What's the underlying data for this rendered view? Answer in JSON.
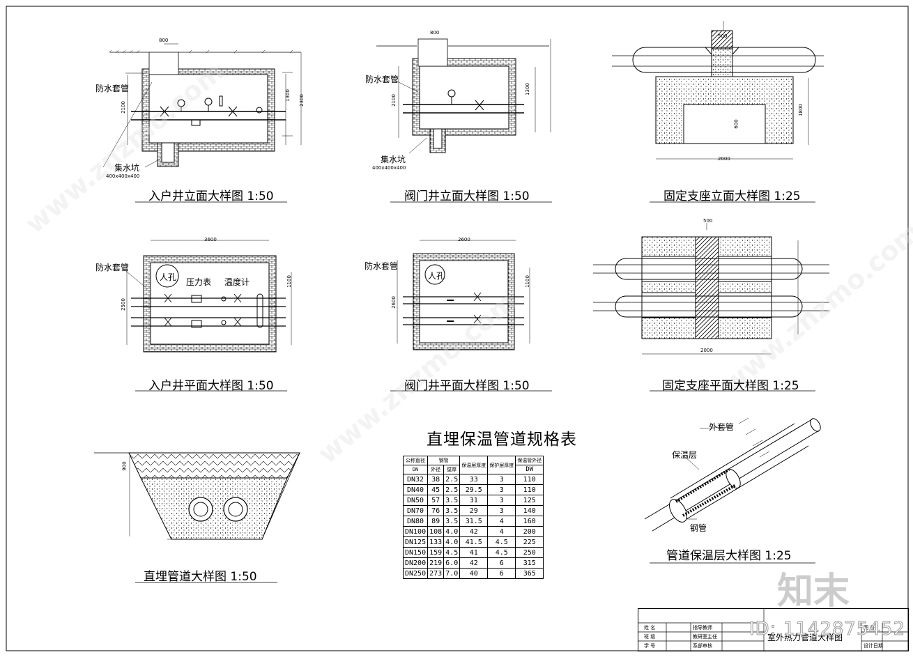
{
  "captions": {
    "c1": "入户井立面大样图 1:50",
    "c2": "阀门井立面大样图 1:50",
    "c3": "固定支座立面大样图 1:25",
    "c4": "入户井平面大样图 1:50",
    "c5": "阀门井平面大样图 1:50",
    "c6": "固定支座平面大样图 1:25",
    "c7": "直埋管道大样图 1:50",
    "c8": "管道保温层大样图 1:25"
  },
  "labels": {
    "waterproof_sleeve": "防水套管",
    "sump": "集水坑",
    "sump_size": "400x400x400",
    "pressure_gauge": "压力表",
    "thermometer": "温度计",
    "manhole": "人孔",
    "outer_sleeve": "外套管",
    "insulation": "保温层",
    "steel_pipe": "钢管"
  },
  "dims": {
    "d800": "800",
    "d2100": "2100",
    "d1300": "1300",
    "d2300": "2300",
    "d500": "500",
    "d3600": "3600",
    "d2500": "2500",
    "d1100": "1100",
    "d2600": "2600",
    "d2000": "2000",
    "d1800": "1800",
    "d600": "600",
    "d900": "900"
  },
  "table": {
    "title": "直埋保温管道规格表",
    "head1": [
      "公称直径",
      "钢管",
      "保温层厚度",
      "保护层厚度",
      "保温管外径"
    ],
    "head2": [
      "DN",
      "外径",
      "壁厚",
      "DW"
    ],
    "rows": [
      [
        "DN32",
        "38",
        "2.5",
        "33",
        "3",
        "110"
      ],
      [
        "DN40",
        "45",
        "2.5",
        "29.5",
        "3",
        "110"
      ],
      [
        "DN50",
        "57",
        "3.5",
        "31",
        "3",
        "125"
      ],
      [
        "DN70",
        "76",
        "3.5",
        "29",
        "3",
        "140"
      ],
      [
        "DN80",
        "89",
        "3.5",
        "31.5",
        "4",
        "160"
      ],
      [
        "DN100",
        "108",
        "4.0",
        "42",
        "4",
        "200"
      ],
      [
        "DN125",
        "133",
        "4.0",
        "41.5",
        "4.5",
        "225"
      ],
      [
        "DN150",
        "159",
        "4.5",
        "41",
        "4.5",
        "250"
      ],
      [
        "DN200",
        "219",
        "6.0",
        "42",
        "6",
        "315"
      ],
      [
        "DN250",
        "273",
        "7.0",
        "40",
        "6",
        "365"
      ]
    ]
  },
  "titleblock": {
    "r1a": "姓 名",
    "r1b": "指导教师",
    "r2a": "班 级",
    "r2b": "教研室主任",
    "r3a": "学 号",
    "r3b": "系部审核",
    "drawing": "室外热力管道大样图",
    "r1c": "图 号",
    "r3c": "设计日期"
  },
  "watermark": {
    "site": "www.znzmo.com",
    "logo": "知末",
    "id": "ID: 1142875452"
  }
}
